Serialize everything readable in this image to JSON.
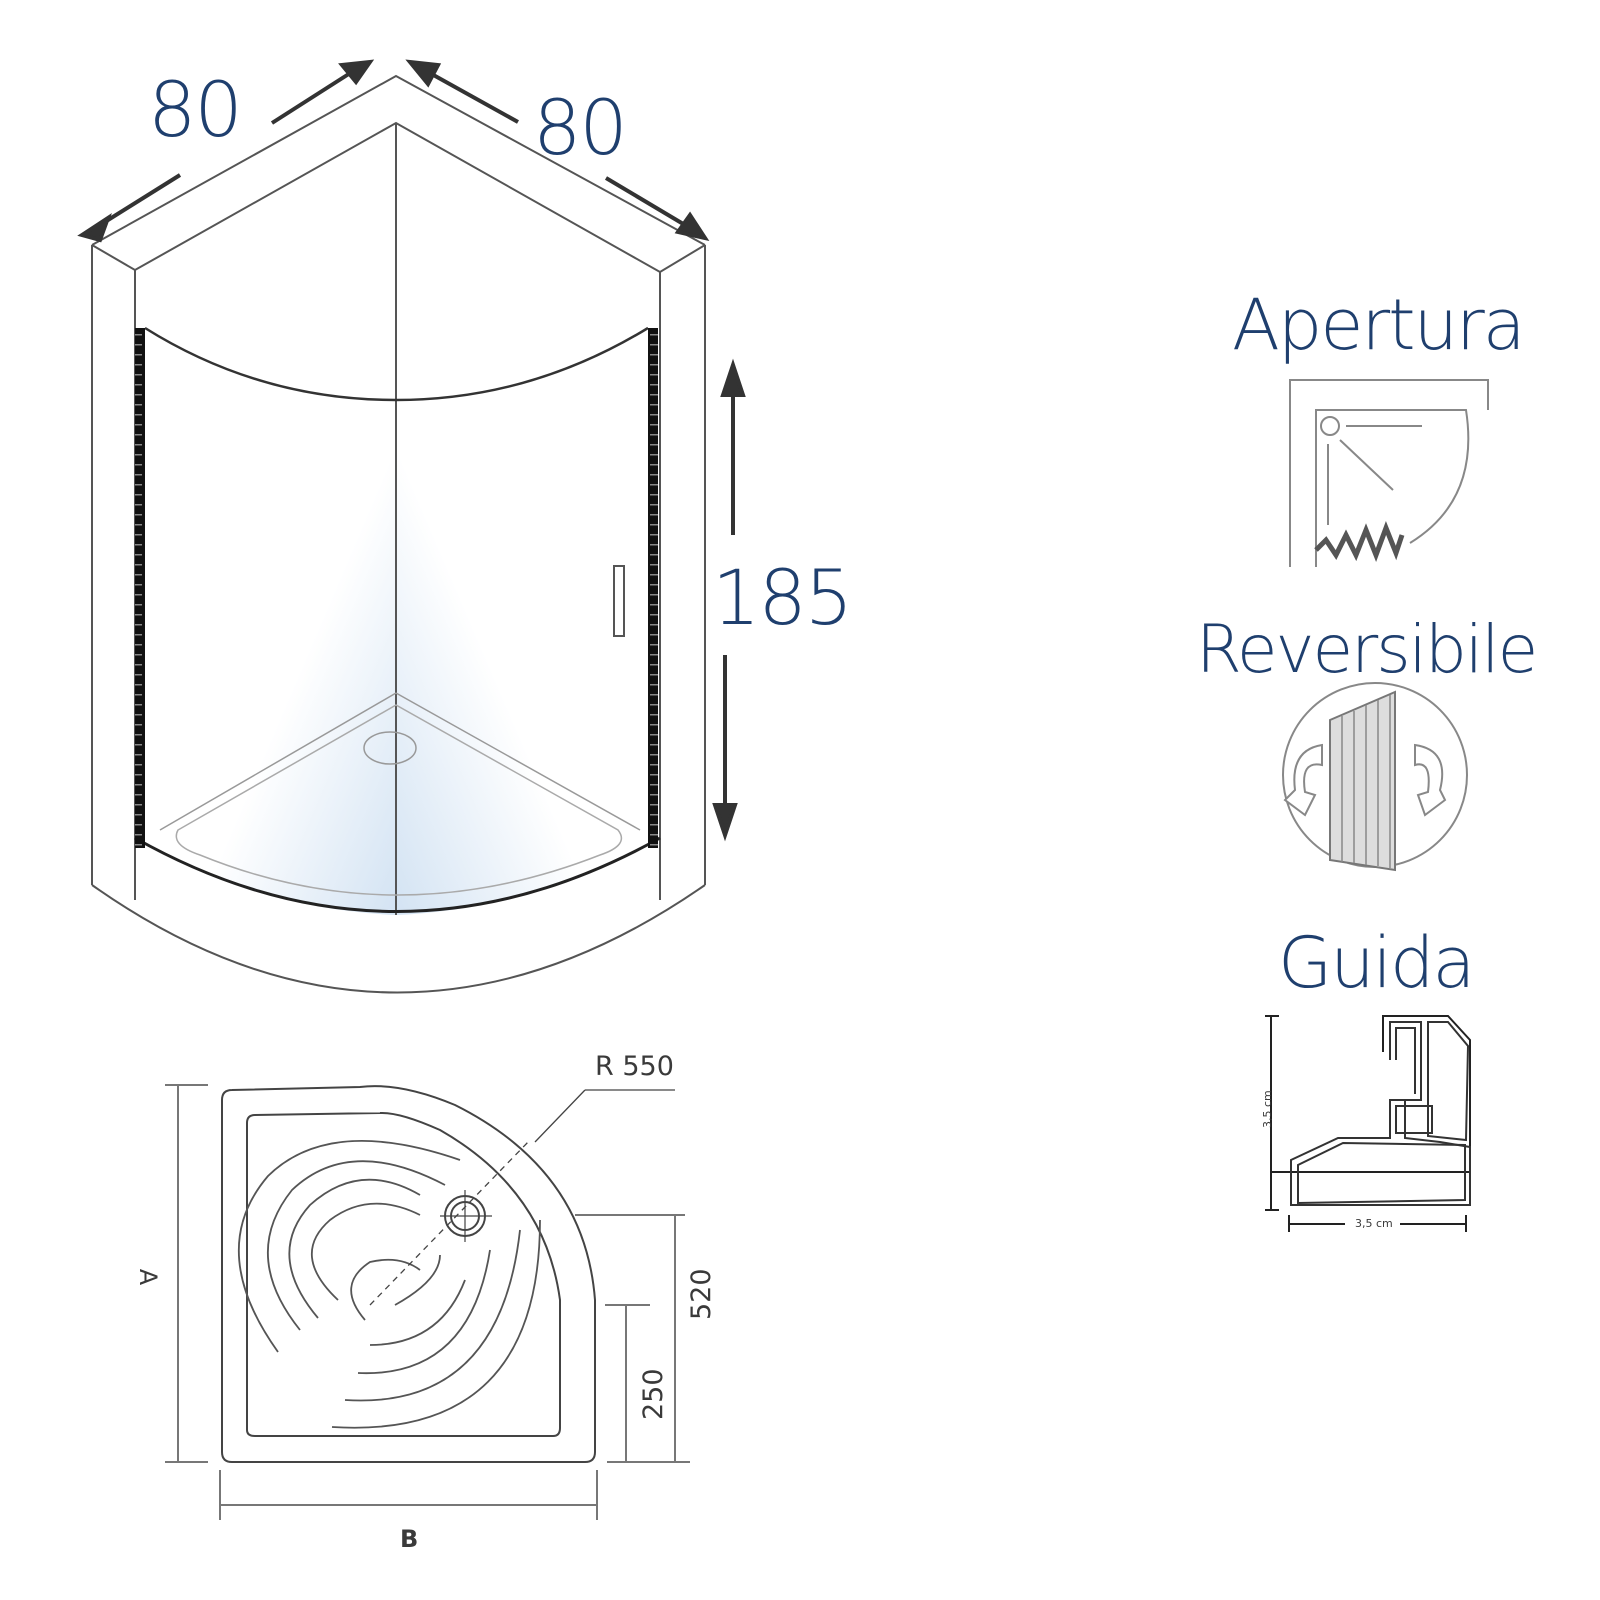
{
  "shower_enclosure_view": {
    "width_left_cm": "80",
    "width_right_cm": "80",
    "height_cm": "185"
  },
  "features": [
    {
      "title": "Apertura",
      "icon": "door-opening-plan-icon"
    },
    {
      "title": "Reversibile",
      "icon": "reversible-door-icon"
    },
    {
      "title": "Guida",
      "icon": "guide-profile-section-icon"
    }
  ],
  "guide_profile": {
    "height_label": "3,5 cm",
    "width_label": "3,5 cm"
  },
  "tray_plan": {
    "radius_label": "R 550",
    "side_a_label": "A",
    "side_b_label": "B",
    "dim_520": "520",
    "dim_250": "250"
  },
  "colors": {
    "label_blue": "#1f3f6e",
    "line_gray": "#555555",
    "glass_tint": "#dce8f5"
  }
}
